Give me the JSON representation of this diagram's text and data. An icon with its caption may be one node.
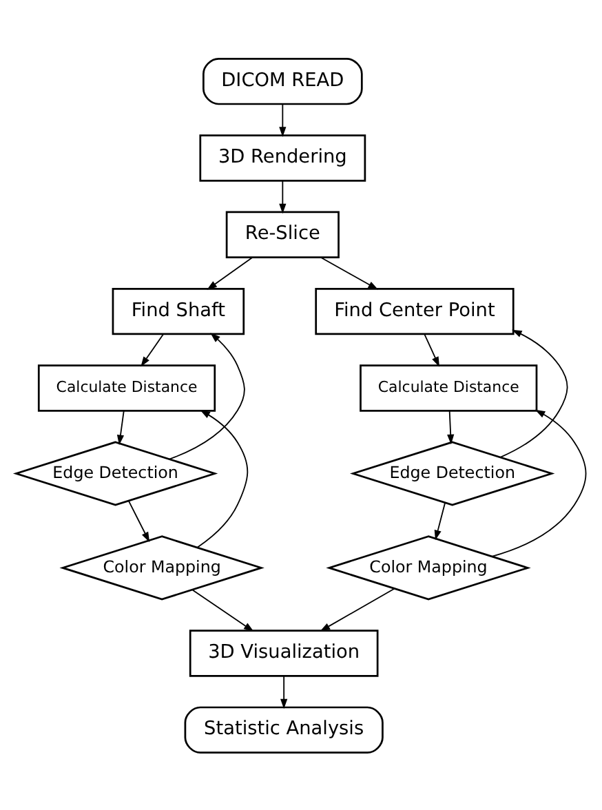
{
  "diagram": {
    "nodes": [
      {
        "text": [
          "DICOM READ"
        ]
      },
      {
        "text": [
          "3D Rendering"
        ]
      },
      {
        "text": [
          "Re-Slice"
        ]
      },
      {
        "text": [
          "Find Shaft"
        ]
      },
      {
        "text": [
          "Find Center Point"
        ]
      },
      {
        "text": [
          "Calculate Distance"
        ]
      },
      {
        "text": [
          "Calculate Distance"
        ]
      },
      {
        "text": [
          "Edge Detection"
        ]
      },
      {
        "text": [
          "Edge Detection"
        ]
      },
      {
        "text": [
          "Color Mapping"
        ]
      },
      {
        "text": [
          "Color Mapping"
        ]
      },
      {
        "text": [
          "3D Visualization"
        ]
      },
      {
        "text": [
          "Statistic Analysis"
        ]
      }
    ],
    "edges": [
      {
        "from": 0,
        "to": 1,
        "arrow": "to"
      },
      {
        "from": 1,
        "to": 2,
        "arrow": "to"
      },
      {
        "from": 2,
        "to": 3,
        "arrow": "to"
      },
      {
        "from": 2,
        "to": 4,
        "arrow": "to"
      },
      {
        "from": 3,
        "to": 5,
        "arrow": "to"
      },
      {
        "from": 5,
        "to": 7,
        "arrow": "to"
      },
      {
        "from": 7,
        "to": 9,
        "arrow": "to"
      },
      {
        "from": 7,
        "to": 3,
        "arrow": "to"
      },
      {
        "from": 9,
        "to": 5,
        "arrow": "to"
      },
      {
        "from": 4,
        "to": 6,
        "arrow": "to"
      },
      {
        "from": 6,
        "to": 8,
        "arrow": "to"
      },
      {
        "from": 8,
        "to": 10,
        "arrow": "to"
      },
      {
        "from": 8,
        "to": 4,
        "arrow": "to"
      },
      {
        "from": 10,
        "to": 6,
        "arrow": "to"
      },
      {
        "from": 9,
        "to": 11,
        "arrow": "to"
      },
      {
        "from": 10,
        "to": 11,
        "arrow": "to"
      },
      {
        "from": 11,
        "to": 12,
        "arrow": "to"
      }
    ]
  }
}
